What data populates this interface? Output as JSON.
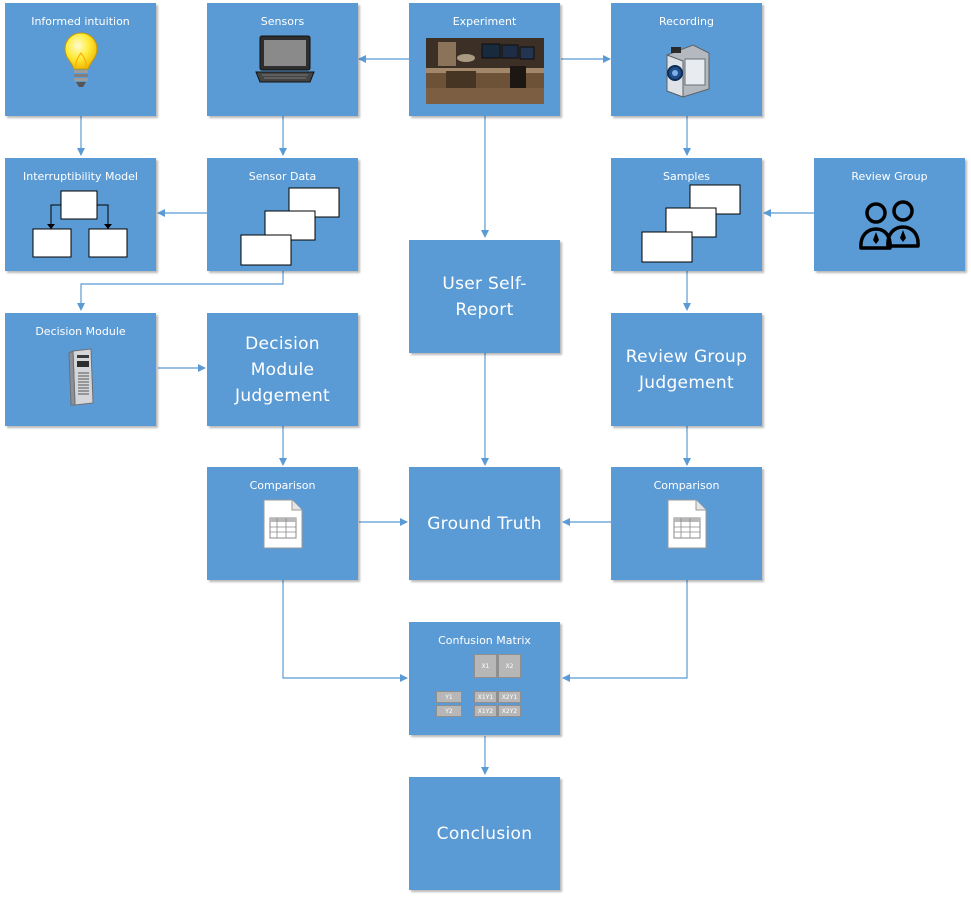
{
  "nodes": {
    "informed_intuition": "Informed intuition",
    "sensors": "Sensors",
    "experiment": "Experiment",
    "recording": "Recording",
    "interruptibility_model": "Interruptibility Model",
    "sensor_data": "Sensor Data",
    "samples": "Samples",
    "review_group": "Review Group",
    "user_self_report_line1": "User Self-",
    "user_self_report_line2": "Report",
    "decision_module": "Decision Module",
    "decision_module_judgement_line1": "Decision",
    "decision_module_judgement_line2": "Module",
    "decision_module_judgement_line3": "Judgement",
    "review_group_judgement_line1": "Review Group",
    "review_group_judgement_line2": "Judgement",
    "comparison_left": "Comparison",
    "ground_truth": "Ground Truth",
    "comparison_right": "Comparison",
    "confusion_matrix": "Confusion Matrix",
    "conclusion": "Conclusion"
  },
  "matrix": {
    "col_x1": "X1",
    "col_x2": "X2",
    "row_y1": "Y1",
    "row_y2": "Y2",
    "x1y1": "X1Y1",
    "x2y1": "X2Y1",
    "x1y2": "X1Y2",
    "x2y2": "X2Y2"
  },
  "colors": {
    "box_fill": "#5b9bd5",
    "connector": "#5b9bd5",
    "text": "#ffffff"
  }
}
